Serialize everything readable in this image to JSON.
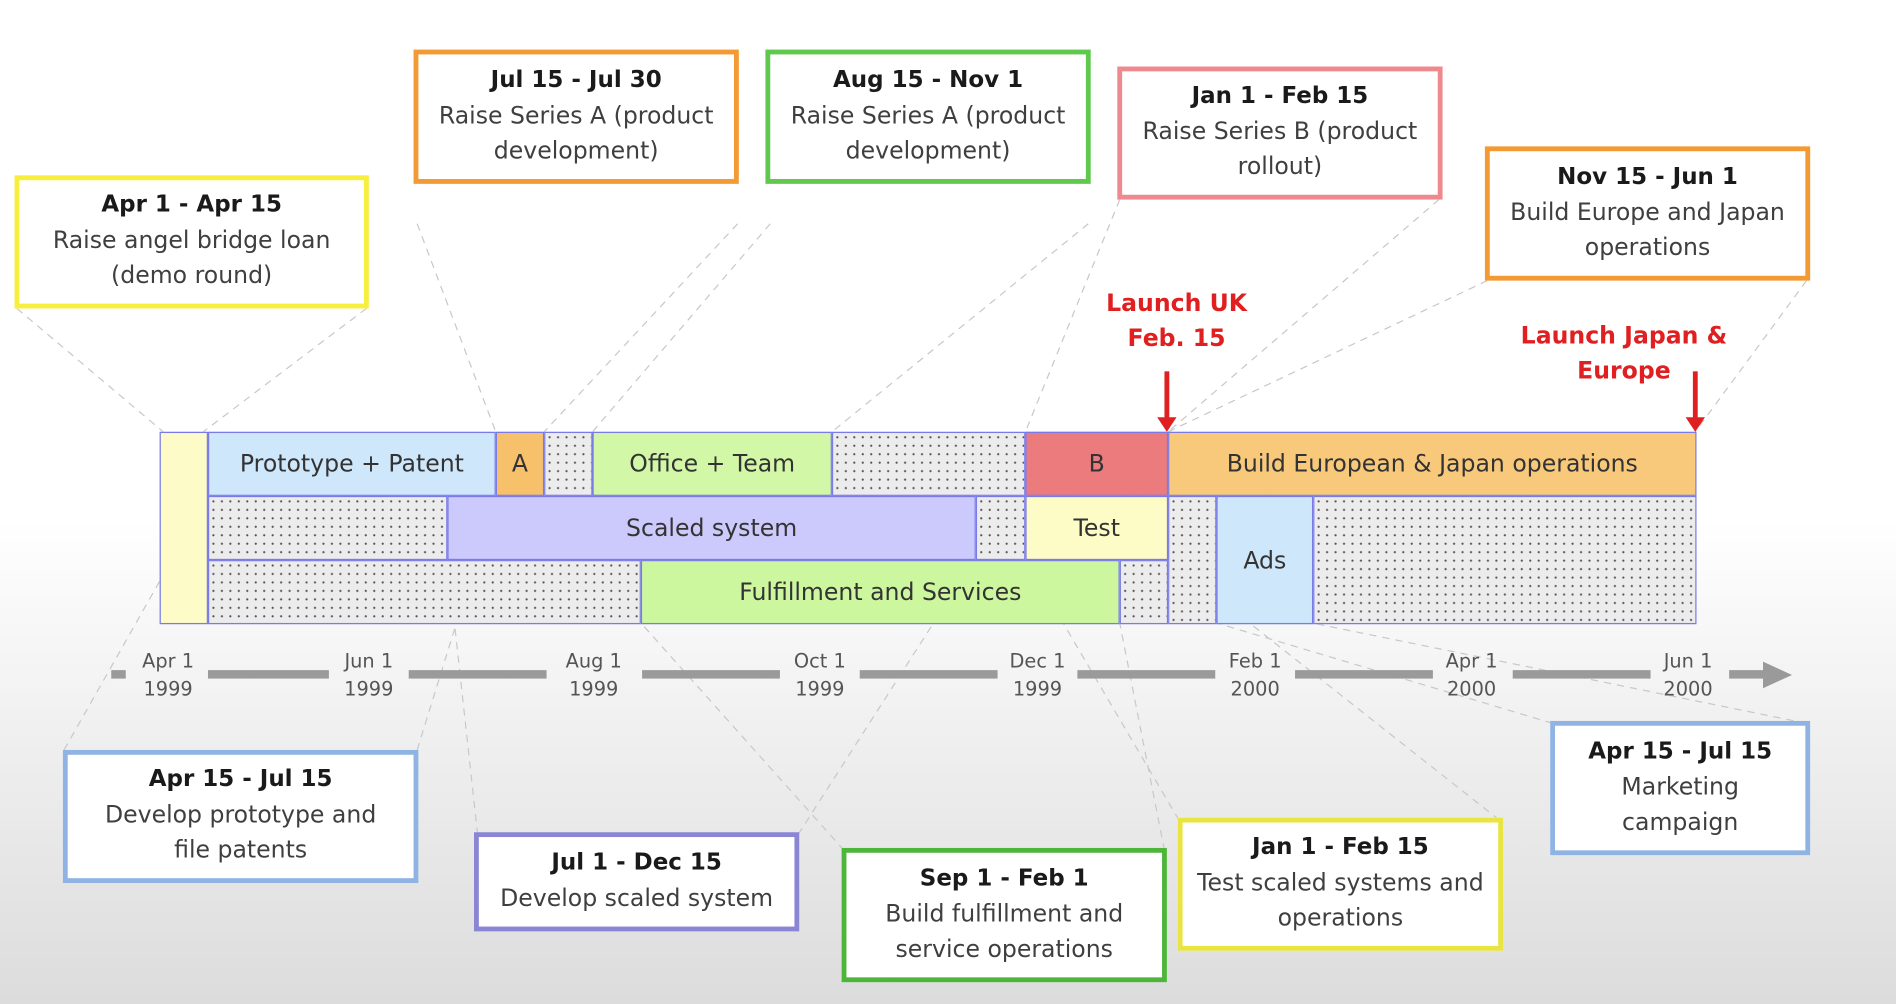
{
  "milestones": [
    {
      "title": "Launch UK",
      "date": "Feb. 15"
    },
    {
      "title": "Launch Japan &",
      "date": "Europe"
    }
  ],
  "callouts": [
    {
      "date": "Apr 1 - Apr 15",
      "desc": "Raise angel bridge loan (demo round)",
      "color": "#f7ee3d"
    },
    {
      "date": "Jul 15 - Jul 30",
      "desc": "Raise Series A (product development)",
      "color": "#f39a34"
    },
    {
      "date": "Aug 15 - Nov 1",
      "desc": "Raise Series A (product development)",
      "color": "#5fc84d"
    },
    {
      "date": "Jan 1 - Feb 15",
      "desc": "Raise Series B (product rollout)",
      "color": "#ee8a8f"
    },
    {
      "date": "Nov 15 - Jun 1",
      "desc": "Build Europe and Japan operations",
      "color": "#f39a34"
    },
    {
      "date": "Apr 15 - Jul 15",
      "desc": "Develop prototype and file patents",
      "color": "#8fb4e3"
    },
    {
      "date": "Jul 1 - Dec 15",
      "desc": "Develop scaled system",
      "color": "#8a86d4"
    },
    {
      "date": "Sep 1 - Feb 1",
      "desc": "Build fulfillment and service operations",
      "color": "#4cb53a"
    },
    {
      "date": "Jan 1 - Feb 15",
      "desc": "Test scaled systems and operations",
      "color": "#e8e442"
    },
    {
      "date": "Apr 15 - Jul 15",
      "desc": "Marketing campaign",
      "color": "#8fb4e3"
    }
  ],
  "bars": {
    "prototype": "Prototype + Patent",
    "a": "A",
    "office": "Office + Team",
    "b": "B",
    "build_eu": "Build European & Japan operations",
    "scaled": "Scaled system",
    "test": "Test",
    "ads": "Ads",
    "fulfillment": "Fulfillment and Services"
  },
  "bar_colors": {
    "angel": "#fdfbc8",
    "prototype": "#cfe7fb",
    "a": "#f7c06a",
    "office": "#d2f7a6",
    "b": "#ec7b7d",
    "build_eu": "#f8c97a",
    "scaled": "#cccafc",
    "test": "#fdfcc6",
    "ads": "#cfe7fb",
    "fulfillment": "#ccf79e"
  },
  "axis_ticks": [
    {
      "month": "Apr 1",
      "year": "1999"
    },
    {
      "month": "Jun 1",
      "year": "1999"
    },
    {
      "month": "Aug 1",
      "year": "1999"
    },
    {
      "month": "Oct 1",
      "year": "1999"
    },
    {
      "month": "Dec 1",
      "year": "1999"
    },
    {
      "month": "Feb 1",
      "year": "2000"
    },
    {
      "month": "Apr 1",
      "year": "2000"
    },
    {
      "month": "Jun 1",
      "year": "2000"
    }
  ]
}
